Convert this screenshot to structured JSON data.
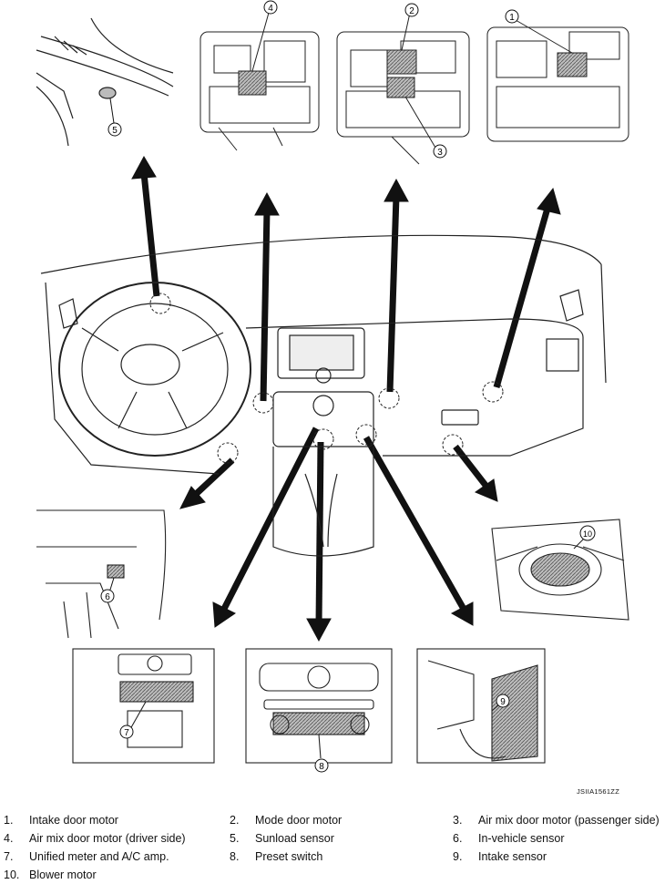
{
  "figure_code": "JSIIA1561ZZ",
  "callouts": [
    "1",
    "2",
    "3",
    "4",
    "5",
    "6",
    "7",
    "8",
    "9",
    "10"
  ],
  "legend": [
    {
      "num": "1.",
      "label": "Intake door motor"
    },
    {
      "num": "2.",
      "label": "Mode door motor"
    },
    {
      "num": "3.",
      "label": "Air mix door motor (passenger side)"
    },
    {
      "num": "4.",
      "label": "Air mix door motor (driver side)"
    },
    {
      "num": "5.",
      "label": "Sunload sensor"
    },
    {
      "num": "6.",
      "label": "In-vehicle sensor"
    },
    {
      "num": "7.",
      "label": "Unified meter and A/C amp."
    },
    {
      "num": "8.",
      "label": "Preset switch"
    },
    {
      "num": "9.",
      "label": "Intake sensor"
    },
    {
      "num": "10.",
      "label": "Blower motor"
    }
  ]
}
